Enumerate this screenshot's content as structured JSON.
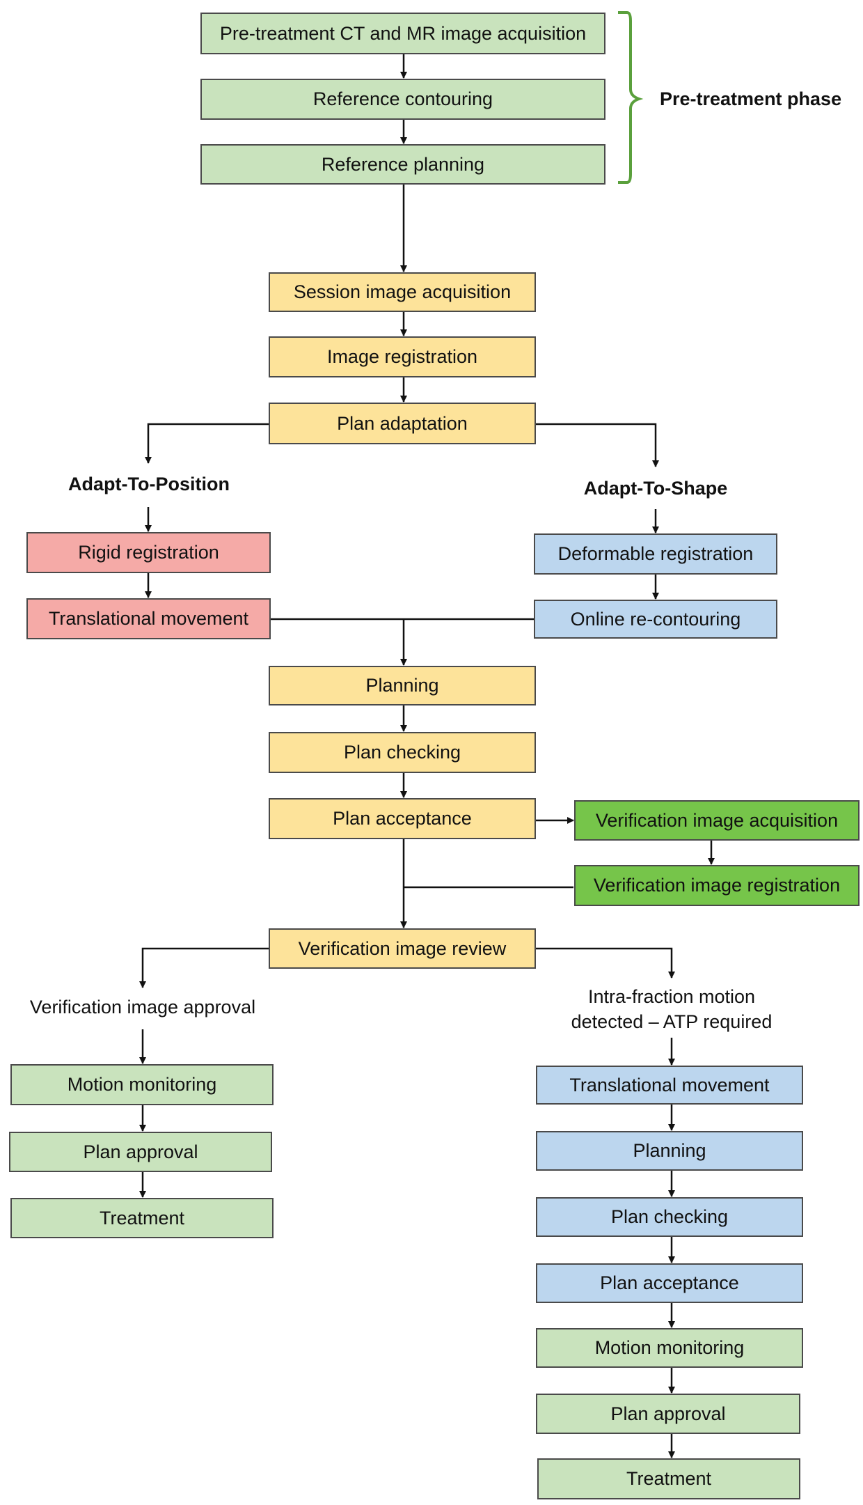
{
  "pretreatment": {
    "acquisition": "Pre-treatment CT and MR image acquisition",
    "contouring": "Reference contouring",
    "planning": "Reference planning",
    "phase_label": "Pre-treatment phase"
  },
  "session": {
    "acquisition": "Session image acquisition",
    "registration": "Image registration",
    "adaptation": "Plan adaptation"
  },
  "atp": {
    "label": "Adapt-To-Position",
    "rigid": "Rigid registration",
    "translational": "Translational movement"
  },
  "ats": {
    "label": "Adapt-To-Shape",
    "deformable": "Deformable registration",
    "recontouring": "Online re-contouring"
  },
  "common": {
    "planning": "Planning",
    "checking": "Plan checking",
    "acceptance": "Plan acceptance",
    "verif_acq": "Verification image acquisition",
    "verif_reg": "Verification image registration",
    "verif_review": "Verification image review"
  },
  "left_branch": {
    "label": "Verification image approval",
    "motion": "Motion monitoring",
    "approval": "Plan approval",
    "treatment": "Treatment"
  },
  "right_branch": {
    "label_line1": "Intra-fraction motion",
    "label_line2": "detected – ATP required",
    "translational": "Translational movement",
    "planning": "Planning",
    "checking": "Plan checking",
    "acceptance": "Plan acceptance",
    "motion": "Motion monitoring",
    "approval": "Plan approval",
    "treatment": "Treatment"
  },
  "colors": {
    "light_green": "#c9e3bd",
    "yellow": "#fde39a",
    "red": "#f5aaa7",
    "blue": "#bcd6ee",
    "dark_green": "#76c54a",
    "bracket": "#5aa03c"
  }
}
